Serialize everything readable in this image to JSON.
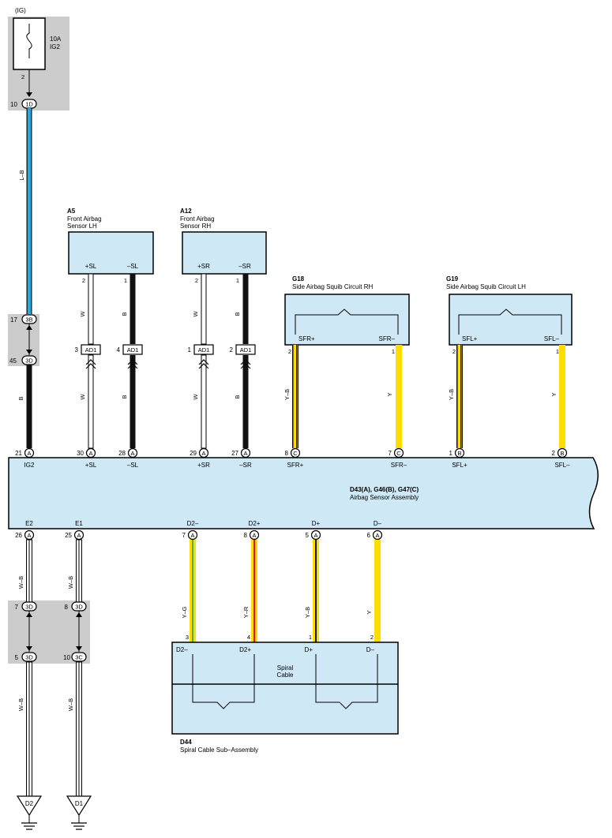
{
  "fuse": {
    "supply": "(IG)",
    "rating": "10A",
    "name": "IG2",
    "pin": "2"
  },
  "connectors": {
    "c_1D": {
      "pin": "10",
      "id": "1D"
    },
    "c_3B": {
      "pin": "17",
      "id": "3B"
    },
    "c_3D_45": {
      "pin": "45",
      "id": "3D"
    },
    "c_3D_7": {
      "pin": "7",
      "id": "3D"
    },
    "c_3D_8": {
      "pin": "8",
      "id": "3D"
    },
    "c_3D_5": {
      "pin": "5",
      "id": "3D"
    },
    "c_3C_10": {
      "pin": "10",
      "id": "3C"
    }
  },
  "wires": {
    "lb": "L–B",
    "b1": "B",
    "w1": "W",
    "b2": "B",
    "w2": "W",
    "b3": "B",
    "w3": "W",
    "b4": "B",
    "w4": "W",
    "b5": "B",
    "yb1": "Y–B",
    "y1": "Y",
    "yb2": "Y–B",
    "y2": "Y",
    "wb1": "W–B",
    "wb2": "W–B",
    "wb3": "W–B",
    "wb4": "W–B",
    "yg": "Y–G",
    "yr": "Y–R",
    "yb3": "Y–B",
    "y3": "Y"
  },
  "a5": {
    "code": "A5",
    "line1": "Front Airbag",
    "line2": "Sensor LH",
    "term_pos": "+SL",
    "term_neg": "–SL",
    "pin_pos": "2",
    "pin_neg": "1"
  },
  "a12": {
    "code": "A12",
    "line1": "Front Airbag",
    "line2": "Sensor RH",
    "term_pos": "+SR",
    "term_neg": "–SR",
    "pin_pos": "2",
    "pin_neg": "1"
  },
  "ad1": {
    "id": "AD1",
    "pins": [
      "3",
      "4",
      "1",
      "2"
    ]
  },
  "g18": {
    "code": "G18",
    "title": "Side Airbag Squib Circuit RH",
    "term_pos": "SFR+",
    "term_neg": "SFR–",
    "pin_pos": "2",
    "pin_neg": "1"
  },
  "g19": {
    "code": "G19",
    "title": "Side Airbag Squib Circuit LH",
    "term_pos": "SFL+",
    "term_neg": "SFL–",
    "pin_pos": "2",
    "pin_neg": "1"
  },
  "ecu": {
    "code": "D43(A), G46(B), G47(C)",
    "name": "Airbag Sensor Assembly",
    "top_pins": [
      {
        "pin": "21",
        "conn": "A",
        "term": "IG2"
      },
      {
        "pin": "30",
        "conn": "A",
        "term": "+SL"
      },
      {
        "pin": "28",
        "conn": "A",
        "term": "–SL"
      },
      {
        "pin": "29",
        "conn": "A",
        "term": "+SR"
      },
      {
        "pin": "27",
        "conn": "A",
        "term": "–SR"
      },
      {
        "pin": "8",
        "conn": "C",
        "term": "SFR+"
      },
      {
        "pin": "7",
        "conn": "C",
        "term": "SFR–"
      },
      {
        "pin": "1",
        "conn": "B",
        "term": "SFL+"
      },
      {
        "pin": "2",
        "conn": "B",
        "term": "SFL–"
      }
    ],
    "bottom_pins": [
      {
        "pin": "26",
        "conn": "A",
        "term": "E2"
      },
      {
        "pin": "25",
        "conn": "A",
        "term": "E1"
      },
      {
        "pin": "7",
        "conn": "A",
        "term": "D2–"
      },
      {
        "pin": "8",
        "conn": "A",
        "term": "D2+"
      },
      {
        "pin": "5",
        "conn": "A",
        "term": "D+"
      },
      {
        "pin": "6",
        "conn": "A",
        "term": "D–"
      }
    ]
  },
  "spiral": {
    "code": "D44",
    "name": "Spiral Cable Sub–Assembly",
    "inner_line1": "Spiral",
    "inner_line2": "Cable",
    "terms": [
      "D2–",
      "D2+",
      "D+",
      "D–"
    ],
    "pins": [
      "3",
      "4",
      "1",
      "2"
    ]
  },
  "grounds": {
    "g1": "D2",
    "g2": "D1"
  },
  "colors": {
    "panel": "#cfe8f5",
    "junction_gray": "#cccccc",
    "wire_blue": "#29a8e0",
    "wire_yellow": "#ffdd00",
    "wire_green": "#3fae49",
    "wire_red": "#e30613",
    "wire_black": "#111111"
  }
}
